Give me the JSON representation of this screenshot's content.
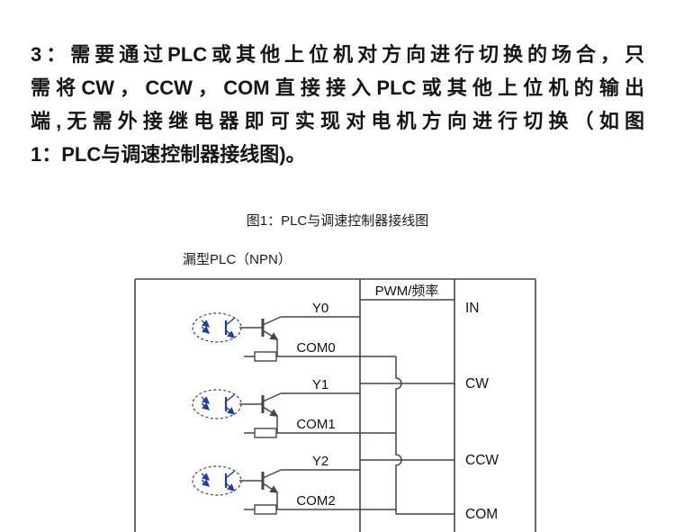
{
  "paragraph": {
    "lines": [
      "3：需要通过PLC或其他上位机对方向进行切换的场合，只",
      "需将CW，CCW，COM直接接入PLC或其他上位机的输出",
      "端,无需外接继电器即可实现对电机方向进行切换（如图",
      "1：PLC与调速控制器接线图)。"
    ]
  },
  "figure": {
    "caption": "图1：PLC与调速控制器接线图",
    "plc_type_label": "漏型PLC（NPN）",
    "signal_header": "PWM/频率",
    "plc_terminals": [
      "Y0",
      "COM0",
      "Y1",
      "COM1",
      "Y2",
      "COM2"
    ],
    "driver_terminals": [
      "IN",
      "CW",
      "CCW",
      "COM"
    ],
    "colors": {
      "line": "#41464d",
      "accent_blue": "#1d3f9e",
      "background": "#ffffff"
    }
  }
}
